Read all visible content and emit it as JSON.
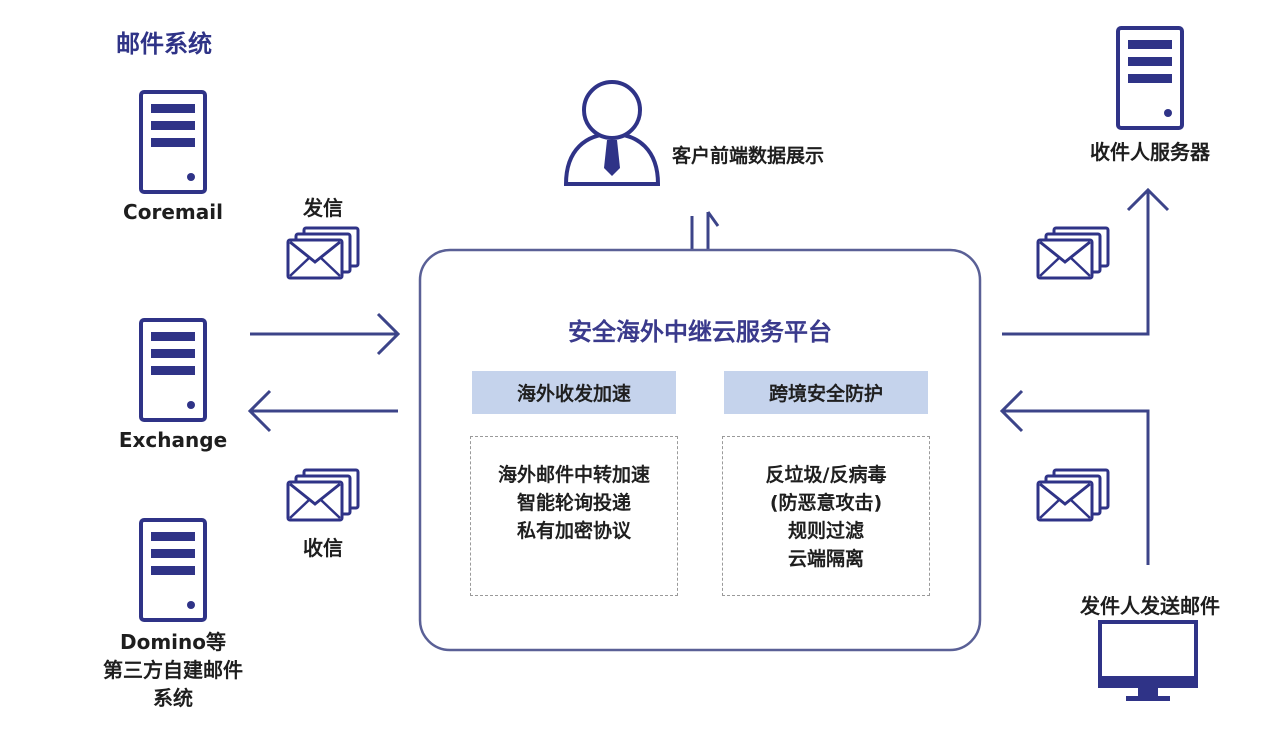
{
  "title": "邮件系统",
  "mail_systems": [
    {
      "label": "Coremail"
    },
    {
      "label": "Exchange"
    },
    {
      "label_lines": [
        "Domino等",
        "第三方自建邮件",
        "系统"
      ]
    }
  ],
  "flows": {
    "send_label": "发信",
    "receive_label": "收信"
  },
  "client": {
    "label": "客户前端数据展示"
  },
  "platform": {
    "title": "安全海外中继云服务平台",
    "modules": [
      {
        "header": "海外收发加速",
        "items": [
          "海外邮件中转加速",
          "智能轮询投递",
          "私有加密协议"
        ]
      },
      {
        "header": "跨境安全防护",
        "items": [
          "反垃圾/反病毒",
          "(防恶意攻击)",
          "规则过滤",
          "云端隔离"
        ]
      }
    ]
  },
  "recipient_server": {
    "label": "收件人服务器"
  },
  "sender": {
    "label": "发件人发送邮件"
  },
  "colors": {
    "navy": "#2f3387",
    "line": "#3c4489",
    "box_header": "#c5d3ec",
    "border": "#5a6096"
  }
}
